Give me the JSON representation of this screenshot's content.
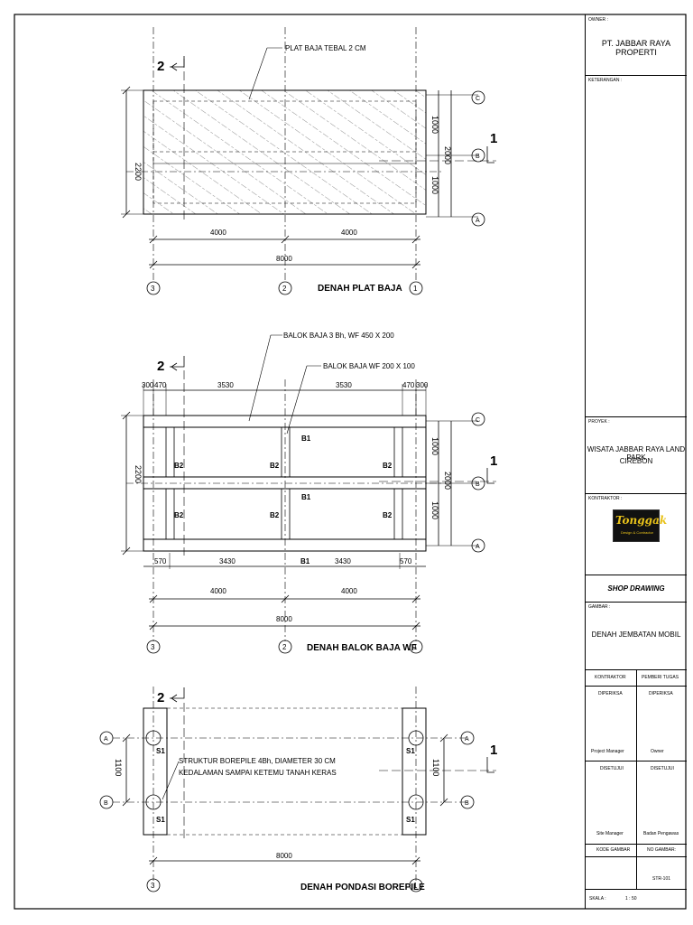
{
  "plan1": {
    "title": "DENAH PLAT BAJA",
    "note_plate": "PLAT BAJA TEBAL 2 CM",
    "dim_total_height": "2200",
    "dim_span_left": "4000",
    "dim_span_right": "4000",
    "dim_total_length": "8000",
    "dim_right_top": "1000",
    "dim_right_bottom": "1000",
    "dim_right_total": "2000",
    "grid_c": "C",
    "grid_b": "B",
    "grid_a": "A",
    "axis_3": "3",
    "axis_2": "2",
    "axis_1": "1",
    "section_2": "2",
    "section_1": "1"
  },
  "plan2": {
    "title": "DENAH BALOK BAJA WF",
    "note_main_beam": "BALOK BAJA 3 Bh, WF 450 X 200",
    "note_sec_beam": "BALOK BAJA WF 200 X 100",
    "dim_top": [
      "300",
      "470",
      "3530",
      "3530",
      "470",
      "300"
    ],
    "dim_bottom": [
      "570",
      "3430",
      "B1",
      "3430",
      "570"
    ],
    "dim_total_height": "2200",
    "dim_span_left": "4000",
    "dim_span_right": "4000",
    "dim_total_length": "8000",
    "dim_right_top": "1000",
    "dim_right_bottom": "1000",
    "dim_right_total": "2000",
    "label_b1": "B1",
    "label_b2": "B2",
    "grid_c": "C",
    "grid_b": "B",
    "grid_a": "A",
    "axis_3": "3",
    "axis_2": "2",
    "axis_1": "1",
    "section_2": "2",
    "section_1": "1"
  },
  "plan3": {
    "title": "DENAH PONDASI BOREPILE",
    "note_line1": "STRUKTUR BOREPILE 4Bh, DIAMETER 30 CM",
    "note_line2": "KEDALAMAN SAMPAI KETEMU TANAH KERAS",
    "dim_left": "1100",
    "dim_right": "1100",
    "dim_total_length": "8000",
    "label_s1": "S1",
    "grid_a": "A",
    "grid_b": "B",
    "axis_3": "3",
    "axis_1": "1",
    "section_2": "2",
    "section_1": "1"
  },
  "title_block": {
    "owner_label": "OWNER :",
    "owner": "PT. JABBAR RAYA PROPERTI",
    "notes_label": "KETERANGAN :",
    "project_label": "PROYEK :",
    "project_line1": "WISATA JABBAR RAYA LAND PARK",
    "project_line2": "CIREBON",
    "contractor_label": "KONTRAKTOR :",
    "logo_text": "Tonggak",
    "logo_sub": "Design & Contractor",
    "shop_drawing": "SHOP DRAWING",
    "drawing_label": "GAMBAR :",
    "drawing_title": "DENAH JEMBATAN MOBIL",
    "col_contractor": "KONTRAKTOR",
    "col_client": "PEMBERI TUGAS",
    "checked_left": "DIPERIKSA",
    "checked_right": "DIPERIKSA",
    "pm": "Project Manager",
    "owner_sign": "Owner",
    "approved_left": "DISETUJUI",
    "approved_right": "DISETUJUI",
    "site_manager": "Site Manager",
    "supervisor": "Badan Pengawas",
    "code_label": "KODE GAMBAR",
    "no_label": "NO GAMBAR:",
    "no_value": "STR-101",
    "scale_label": "SKALA :",
    "scale_value": "1 : 50"
  }
}
